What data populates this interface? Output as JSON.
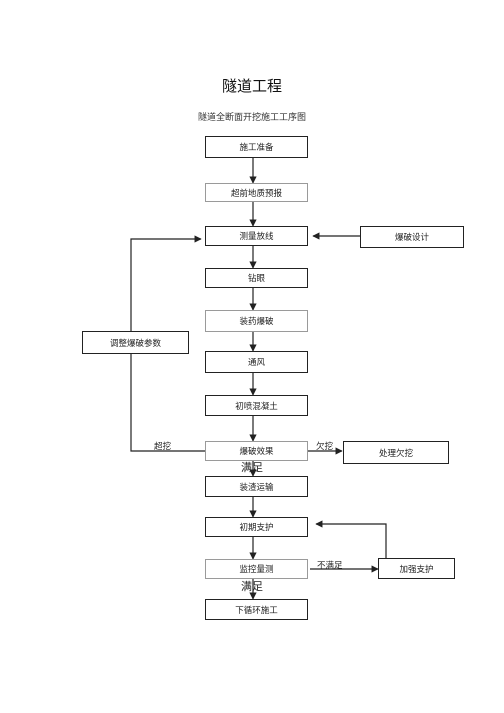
{
  "title": "隧道工程",
  "subtitle": "隧道全断面开挖施工工序图",
  "steps": {
    "prep": "施工准备",
    "forecast": "超前地质预报",
    "survey": "测量放线",
    "drill": "钻眼",
    "charge": "装药爆破",
    "vent": "通风",
    "shotcrete": "初喷混凝土",
    "blast_effect": "爆破效果",
    "muck": "装渣运输",
    "support": "初期支护",
    "monitor": "监控量测",
    "next_cycle": "下循环施工"
  },
  "side": {
    "blast_design": "爆破设计",
    "adjust_params": "调整爆破参数",
    "handle_under": "处理欠挖",
    "reinforce": "加强支护"
  },
  "labels": {
    "over": "超挖",
    "under": "欠挖",
    "ok1": "满足",
    "ok2": "满足",
    "not_ok": "不满足"
  }
}
